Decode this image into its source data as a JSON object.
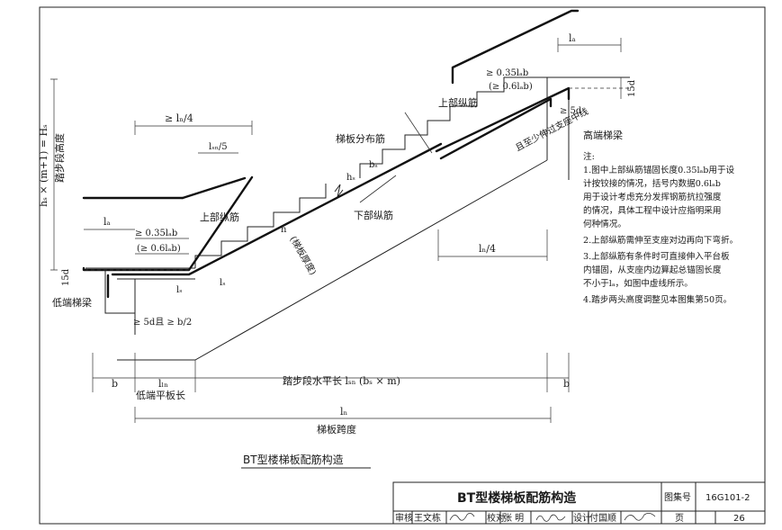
{
  "title_block": {
    "title": "BT型楼梯板配筋构造",
    "atlas_no_label": "图集号",
    "atlas_no": "16G101-2",
    "review_label": "审核",
    "reviewer": "王文栋",
    "check_label": "校对",
    "checker": "张 明",
    "design_label": "设计",
    "designer": "付国顺",
    "page_label": "页",
    "page": "26"
  },
  "caption": "BT型楼梯板配筋构造",
  "labels": {
    "ln_quarter_left": "≥ lₙ/4",
    "lsn_5": "lₛₙ/5",
    "hs_formula": "hₛ × (m+1) = Hₛ",
    "step_height": "踏步段高度",
    "la_left": "lₐ",
    "anchor_left_1": "≥ 0.35lₐb",
    "anchor_left_2": "(≥ 0.6lₐb)",
    "top_bar_left": "上部纵筋",
    "d15_left": "15d",
    "h_thk": "h",
    "slab_thk": "(梯板厚度)",
    "ls1": "lₛ",
    "ls2": "lₛ",
    "low_beam": "低端梯梁",
    "five_d": "≥ 5d且 ≥ b/2",
    "dist_bar": "梯板分布筋",
    "bs": "bₛ",
    "hs": "hₛ",
    "bottom_bar": "下部纵筋",
    "top_bar_right": "上部纵筋",
    "anchor_right_1": "≥ 0.35lₐb",
    "anchor_right_2": "(≥ 0.6lₐb)",
    "la_right": "lₐ",
    "d15_right": "15d",
    "five_d_right": "≥ 5d",
    "beam_center": "且至少伸过支座中线",
    "high_beam": "高端梯梁",
    "ln_quarter_right": "lₙ/4",
    "b_left": "b",
    "lln": "lₗₙ",
    "step_len": "踏步段水平长  lₛₙ (bₛ × m)",
    "b_right": "b",
    "low_flat": "低端平板长",
    "ln": "lₙ",
    "span": "梯板跨度"
  },
  "notes": {
    "head": "注:",
    "lines": [
      "1.图中上部纵筋锚固长度0.35lₐb用于设",
      "   计按铰接的情况，括号内数据0.6lₐb",
      "   用于设计考虑充分发挥钢筋抗拉强度",
      "   的情况，具体工程中设计应指明采用",
      "   何种情况。",
      "2.上部纵筋需伸至支座对边再向下弯折。",
      "3.上部纵筋有条件时可直接伸入平台板",
      "   内锚固，从支座内边算起总锚固长度",
      "   不小于lₐ，如图中虚线所示。",
      "4.踏步两头高度调整见本图集第50页。"
    ]
  }
}
